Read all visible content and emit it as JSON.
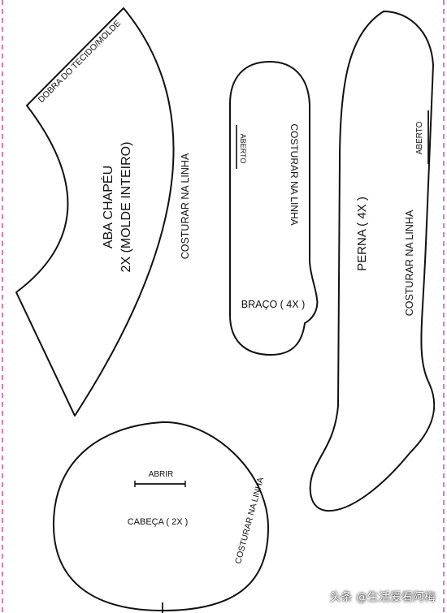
{
  "colors": {
    "outline": "#111111",
    "fold_guide": "#c0388a",
    "background": "#ffffff"
  },
  "pieces": {
    "hat_brim": {
      "fold_label": "DOBRA DO TECIDO/MOLDE",
      "title": "ABA CHAPÉU",
      "subtitle": "2X (MOLDE INTEIRO)",
      "seam_label": "COSTURAR NA LINHA"
    },
    "arm": {
      "open_label": "ABERTO",
      "seam_label": "COSTURAR NA LINHA",
      "title": "BRAÇO ( 4X )"
    },
    "leg": {
      "title": "PERNA ( 4X )",
      "open_label": "ABERTO",
      "seam_label": "COSTURAR NA LINHA"
    },
    "head": {
      "open_label": "ABRIR",
      "title": "CABEÇA ( 2X )",
      "seam_label": "COSTURAR NA LINHA"
    }
  },
  "watermark": "头条 @生活爱看阿梅"
}
